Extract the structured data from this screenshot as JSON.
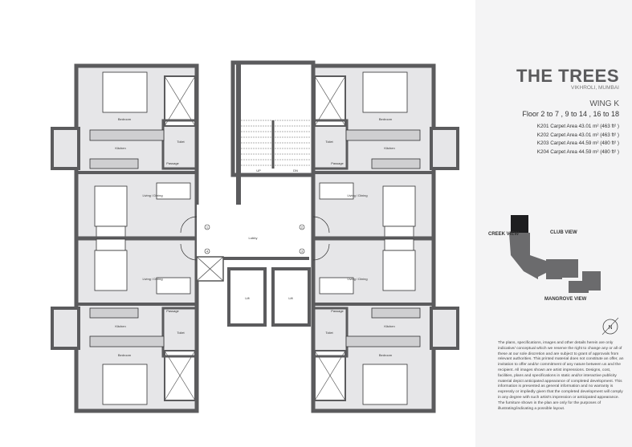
{
  "project": {
    "title": "THE TREES",
    "location": "VIKHROLI, MUMBAI",
    "wing": "WING K",
    "floors": "Floor 2 to 7 , 9 to 14 , 16 to 18",
    "units": [
      {
        "label": "K201 Carpet Area 43.01 m² (463 ft² )"
      },
      {
        "label": "K202 Carpet Area 43.01 m² (463 ft² )"
      },
      {
        "label": "K203 Carpet Area 44.59 m² (480 ft² )"
      },
      {
        "label": "K204 Carpet Area 44.59 m² (480 ft² )"
      }
    ]
  },
  "key_plan": {
    "creek_view": "CREEK VIEW",
    "club_view": "CLUB VIEW",
    "mangrove_view": "MANGROVE VIEW",
    "north": "N",
    "highlight_color": "#1e1e20",
    "building_color": "#6b6b6d"
  },
  "plan": {
    "rooms": {
      "bedroom": "Bedroom",
      "kitchen": "Kitchen",
      "toilet": "Toilet",
      "passage": "Passage",
      "living": "Living / Dining",
      "lobby": "Lobby",
      "lift": "Lift",
      "up": "UP",
      "dn": "DN"
    },
    "unit_numbers": [
      "1",
      "4",
      "2",
      "3"
    ],
    "wall_color": "#5b5b5d",
    "floor_color": "#e6e6e8"
  },
  "disclaimer": "The plans, specifications, images and other details herein are only indicative/ conceptual which we reserve the right to change any or all of these at our sole discretion and are subject to grant of approvals from relevant authorities. This printed material does not constitute an offer, an invitation to offer and/or commitment of any nature between us and the recipient. All images shown are artist impressions. Designs, cost, facilities, plans and specifications in static and/or interactive publicity material depict anticipated appearance of completed development. This information is presented as general information and no warranty is expressly or impliedly given that the completed development will comply in any degree with such artist's impression or anticipated appearance. The furniture shown in the plan are only for the purposes of illustrating/indicating a possible layout."
}
